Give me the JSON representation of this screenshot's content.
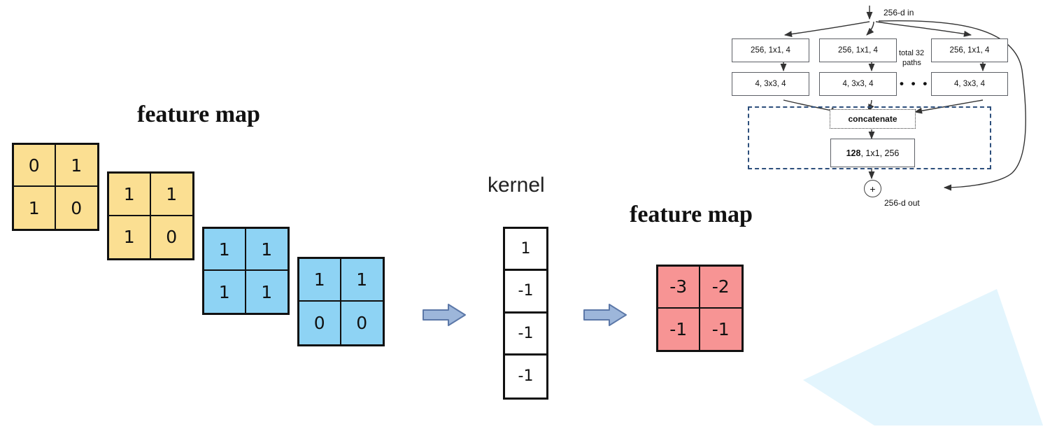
{
  "labels": {
    "feature_map_input": "feature map",
    "kernel": "kernel",
    "feature_map_output": "feature map"
  },
  "colors": {
    "yellow": "#fbdf92",
    "blue": "#8ed3f4",
    "red": "#f79494",
    "arrow_fill": "#9db6da",
    "arrow_stroke": "#5c78a8",
    "dashed_box": "#2d4f7c",
    "background_polygon": "#e3f5fd"
  },
  "input_feature_maps": [
    {
      "name": "yellow-map-1",
      "color": "yellow",
      "values": [
        [
          "0",
          "1"
        ],
        [
          "1",
          "0"
        ]
      ]
    },
    {
      "name": "yellow-map-2",
      "color": "yellow",
      "values": [
        [
          "1",
          "1"
        ],
        [
          "1",
          "0"
        ]
      ]
    },
    {
      "name": "blue-map-1",
      "color": "blue",
      "values": [
        [
          "1",
          "1"
        ],
        [
          "1",
          "1"
        ]
      ]
    },
    {
      "name": "blue-map-2",
      "color": "blue",
      "values": [
        [
          "1",
          "1"
        ],
        [
          "0",
          "0"
        ]
      ]
    }
  ],
  "kernel_values": [
    "1",
    "-1",
    "-1",
    "-1"
  ],
  "output_feature_map": {
    "name": "red-map",
    "color": "red",
    "values": [
      [
        "-3",
        "-2"
      ],
      [
        "-1",
        "-1"
      ]
    ]
  },
  "arrows": [
    {
      "name": "arrow-to-kernel",
      "glyph": "right-block-arrow"
    },
    {
      "name": "arrow-to-output",
      "glyph": "right-block-arrow"
    }
  ],
  "resnext_block": {
    "input_label": "256-d in",
    "output_label": "256-d out",
    "paths_label_line1": "total 32",
    "paths_label_line2": "paths",
    "ellipsis": "• • •",
    "columns": [
      {
        "top": "256, 1x1, 4",
        "bottom": "4, 3x3, 4"
      },
      {
        "top": "256, 1x1, 4",
        "bottom": "4, 3x3, 4"
      },
      {
        "top": "256, 1x1, 4",
        "bottom": "4, 3x3, 4"
      }
    ],
    "concatenate_label": "concatenate",
    "projection_bold": "128",
    "projection_rest": ", 1x1, 256",
    "sum_symbol": "+"
  }
}
